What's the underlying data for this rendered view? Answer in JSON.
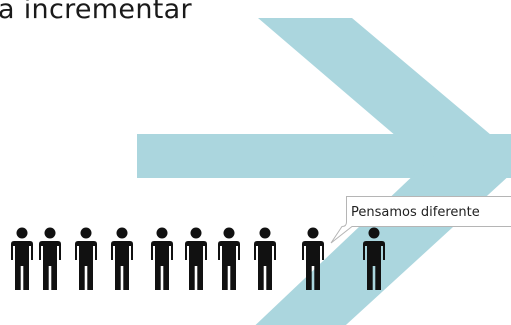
{
  "headline": "a incrementar",
  "callout": {
    "text": "Pensamos diferente"
  },
  "colors": {
    "arrow": "#abd6de",
    "figure": "#111111",
    "text": "#1a1a1a",
    "bubble_border": "#b5b5b5",
    "bubble_fill": "#ffffff"
  },
  "crowd": {
    "group_count": 8,
    "outlier_count": 1,
    "figure_icon": "person-silhouette-icon"
  }
}
